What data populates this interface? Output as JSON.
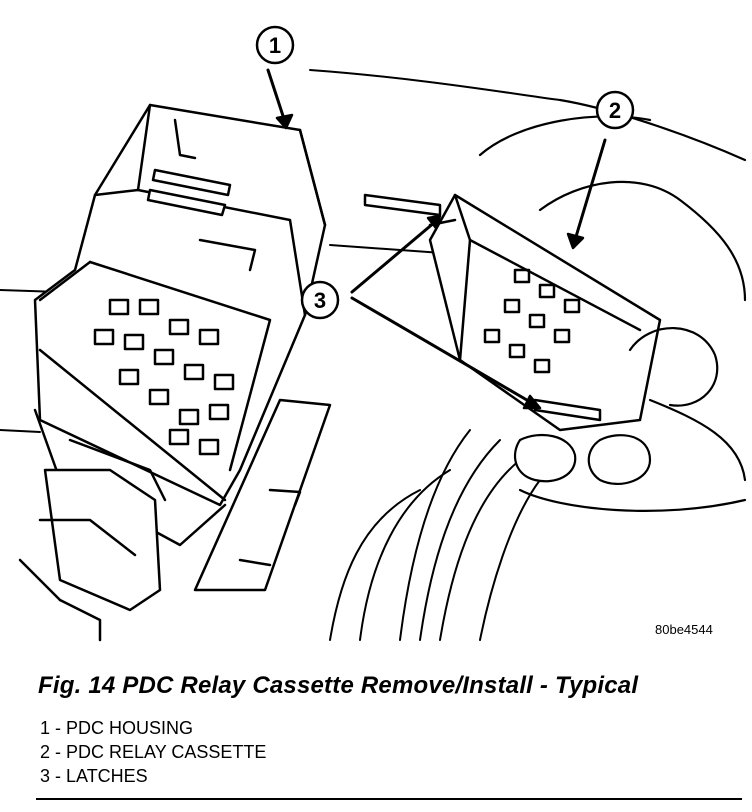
{
  "figure": {
    "callouts": [
      "1",
      "2",
      "3"
    ],
    "reference_code": "80be4544",
    "caption": "Fig. 14 PDC Relay Cassette Remove/Install - Typical",
    "legend": [
      "1 - PDC HOUSING",
      "2 - PDC RELAY CASSETTE",
      "3 - LATCHES"
    ]
  }
}
